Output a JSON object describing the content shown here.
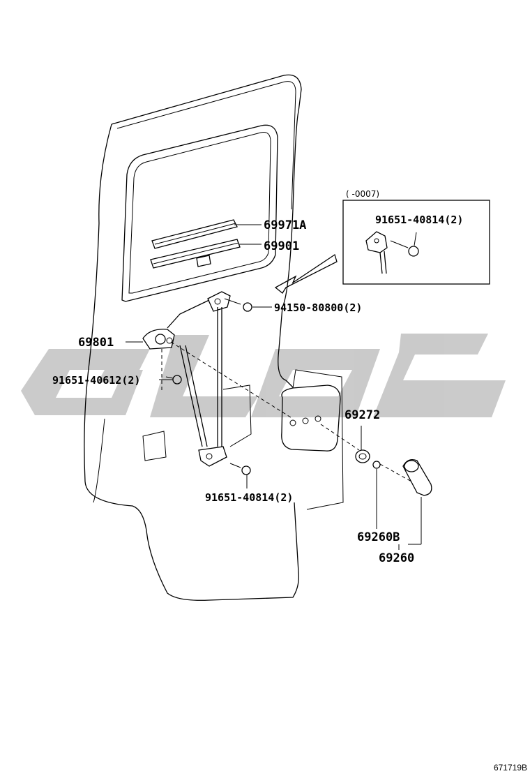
{
  "diagram": {
    "parts": [
      {
        "id": "p1",
        "label": "69971A"
      },
      {
        "id": "p2",
        "label": "69901"
      },
      {
        "id": "p3",
        "label": "94150-80800(2)"
      },
      {
        "id": "p4",
        "label": "69801"
      },
      {
        "id": "p5",
        "label": "91651-40612(2)"
      },
      {
        "id": "p6",
        "label": "69272"
      },
      {
        "id": "p7",
        "label": "91651-40814(2)"
      },
      {
        "id": "p8",
        "label": "69260B"
      },
      {
        "id": "p9",
        "label": "69260"
      }
    ],
    "inset": {
      "range_label": "(    -0007)",
      "part_label": "91651-40814(2)"
    },
    "watermark": "GLOC",
    "drawing_number": "671719B"
  }
}
